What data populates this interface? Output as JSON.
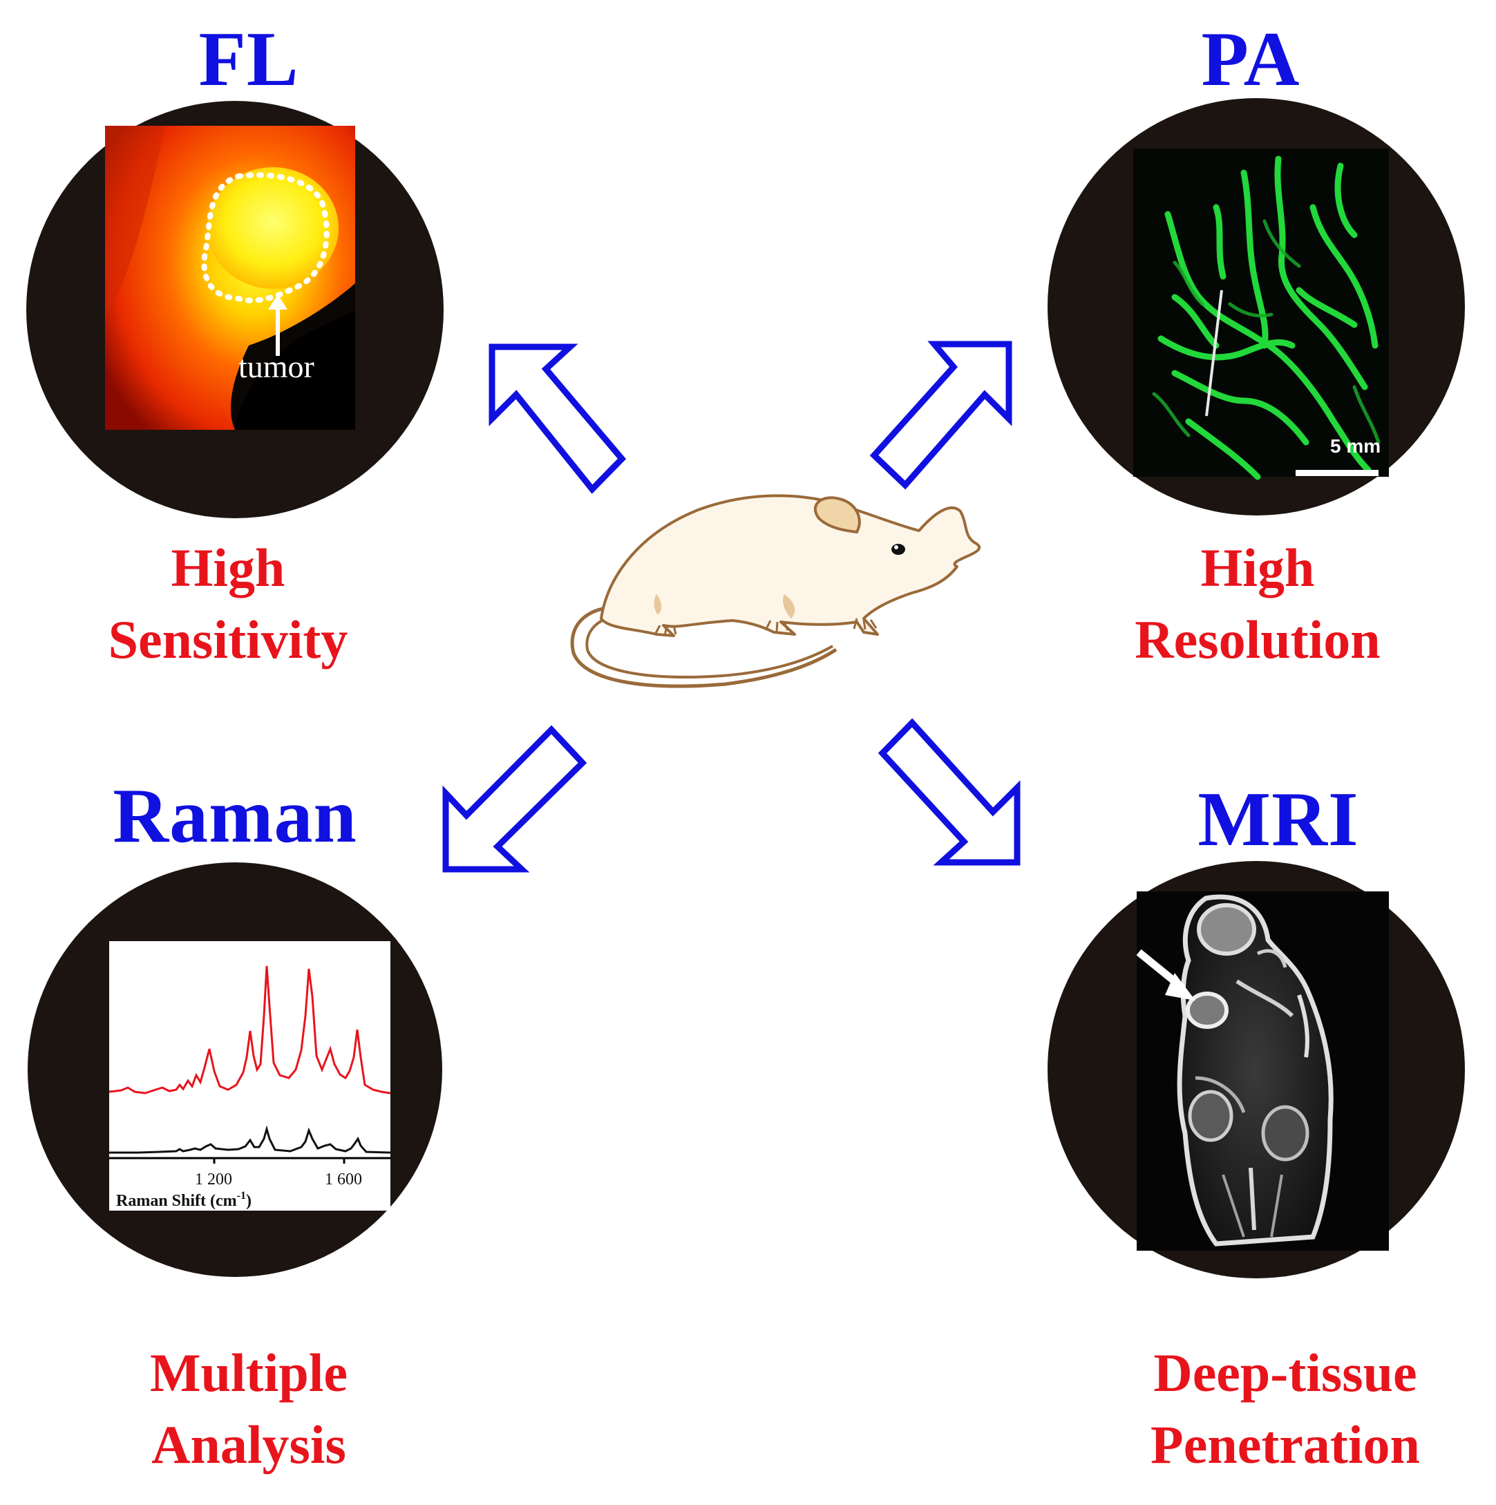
{
  "modalities": {
    "fl": {
      "title": "FL",
      "caption_line1": "High",
      "caption_line2": "Sensitivity",
      "annotation": "tumor"
    },
    "pa": {
      "title": "PA",
      "caption_line1": "High",
      "caption_line2": "Resolution",
      "scale_bar": "5 mm"
    },
    "raman": {
      "title": "Raman",
      "caption_line1": "Multiple",
      "caption_line2": "Analysis",
      "tick_1200": "1 200",
      "tick_1600": "1 600",
      "axis_label": "Raman Shift  (cm",
      "axis_unit_sup": "-1",
      "axis_label_end": ")"
    },
    "mri": {
      "title": "MRI",
      "caption_line1": "Deep-tissue",
      "caption_line2": "Penetration"
    }
  },
  "colors": {
    "title": "#1010e0",
    "caption": "#e8141c",
    "arrow": "#1010e0",
    "circle": "#1c1410",
    "mouse_fill": "#fdf6e8",
    "mouse_stroke": "#9a6a3a"
  }
}
